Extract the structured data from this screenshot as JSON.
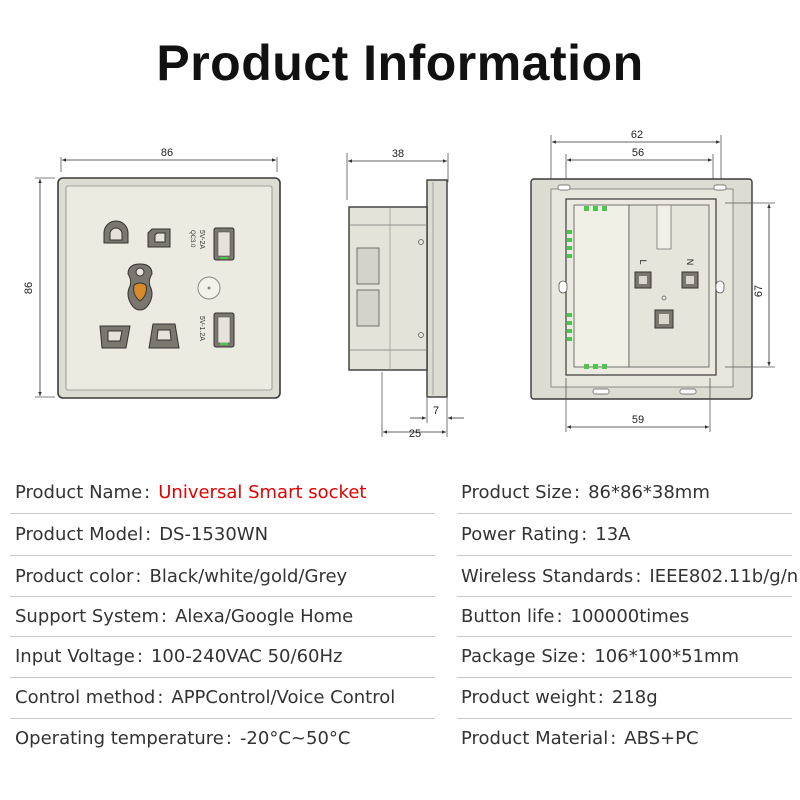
{
  "page": {
    "title": "Product Information"
  },
  "front_view": {
    "width": "86",
    "height": "86",
    "usb_top": "5V-2A",
    "usb_top_sub": "QC3.0",
    "usb_bottom": "5V-1.2A"
  },
  "side_view": {
    "depth": "38",
    "front_depth": "7",
    "plate_depth": "25"
  },
  "back_view": {
    "outer_width": "62",
    "inner_width": "56",
    "height": "67",
    "bottom_width": "59",
    "terminal_l": "L",
    "terminal_n": "N"
  },
  "specs": {
    "left": [
      {
        "label": "Product Name",
        "value": "Universal Smart socket",
        "highlight": true
      },
      {
        "label": "Product Model",
        "value": "DS-1530WN"
      },
      {
        "label": "Product color",
        "value": "Black/white/gold/Grey"
      },
      {
        "label": "Support System",
        "value": "Alexa/Google Home"
      },
      {
        "label": "Input Voltage",
        "value": "100-240VAC 50/60Hz"
      },
      {
        "label": "Control method",
        "value": "APPControl/Voice Control"
      },
      {
        "label": "Operating temperature",
        "value": "-20°C~50°C"
      }
    ],
    "right": [
      {
        "label": "Product Size",
        "value": "86*86*38mm"
      },
      {
        "label": "Power Rating",
        "value": "13A"
      },
      {
        "label": "Wireless Standards",
        "value": "IEEE802.11b/g/n"
      },
      {
        "label": "Button life",
        "value": "100000times"
      },
      {
        "label": "Package Size",
        "value": "106*100*51mm"
      },
      {
        "label": "Product weight",
        "value": "218g"
      },
      {
        "label": "Product Material",
        "value": "ABS+PC"
      }
    ],
    "separator": ":"
  }
}
